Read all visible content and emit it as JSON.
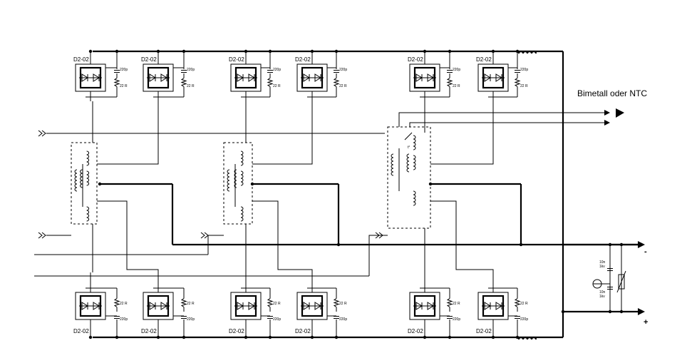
{
  "diagram": {
    "module_label": "D2-02",
    "cap_label": "220p",
    "res_label": "22 R",
    "sensor_label": "Bimetall oder NTC",
    "filter_cap_label": "10n",
    "filter_cap_rating": "1kv",
    "switch_label": "t°",
    "minus_label": "-",
    "plus_label": "+"
  },
  "colors": {
    "line": "#000000",
    "background": "#ffffff"
  }
}
